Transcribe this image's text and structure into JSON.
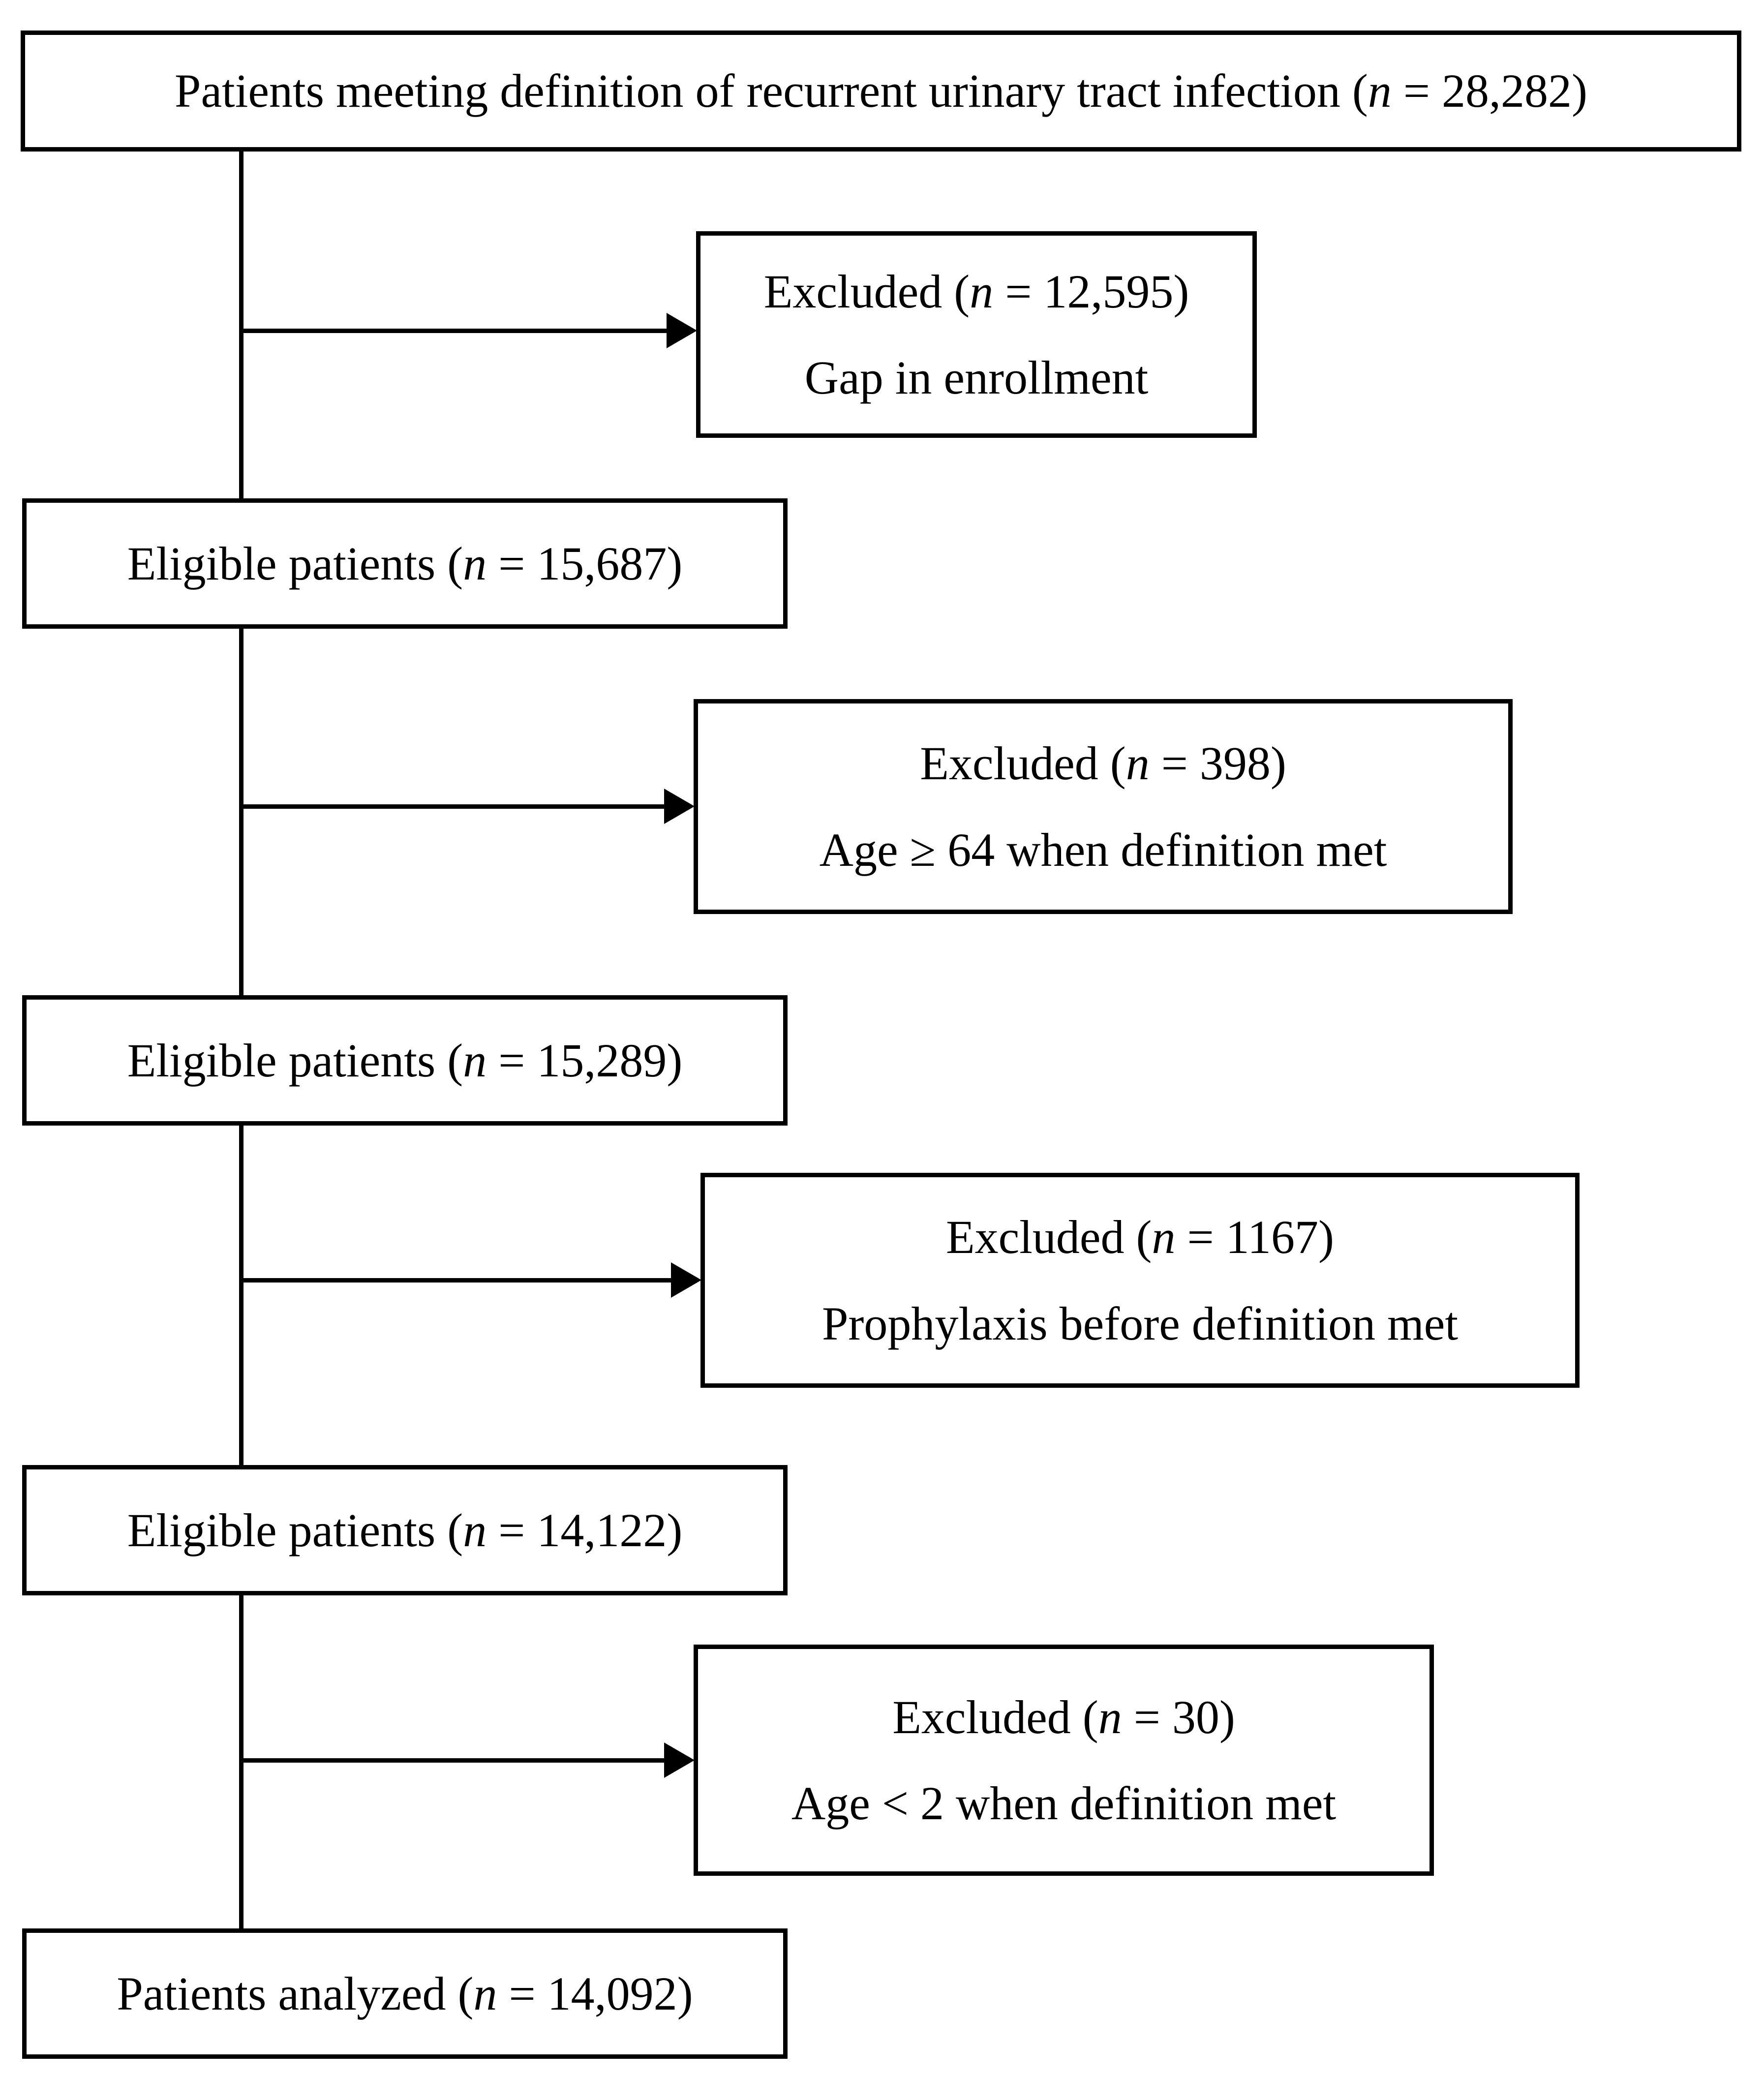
{
  "figure": {
    "type": "patient-flow-diagram",
    "colors": {
      "line": "#000000",
      "background": "#ffffff",
      "text": "#000000"
    },
    "flow": {
      "top": {
        "text": "Patients meeting definition of recurrent urinary tract infection (n = 28,282)",
        "before_n": "Patients meeting definition of recurrent urinary tract infection (",
        "n_var": "n",
        "after_n": " = 28,282)",
        "n_value": "28,282"
      },
      "excluded1": {
        "text": "Excluded (n = 12,595)",
        "before_n": "Excluded (",
        "n_var": "n",
        "after_n": " = 12,595)",
        "n_value": "12,595",
        "reason": "Gap in enrollment"
      },
      "eligible1": {
        "text": "Eligible patients (n = 15,687)",
        "before_n": "Eligible patients (",
        "n_var": "n",
        "after_n": " = 15,687)",
        "n_value": "15,687"
      },
      "excluded2": {
        "text": "Excluded (n = 398)",
        "before_n": "Excluded (",
        "n_var": "n",
        "after_n": " = 398)",
        "n_value": "398",
        "reason": "Age ≥ 64 when definition met"
      },
      "eligible2": {
        "text": "Eligible patients (n = 15,289)",
        "before_n": "Eligible patients (",
        "n_var": "n",
        "after_n": " = 15,289)",
        "n_value": "15,289"
      },
      "excluded3": {
        "text": "Excluded (n = 1167)",
        "before_n": "Excluded (",
        "n_var": "n",
        "after_n": " = 1167)",
        "n_value": "1167",
        "reason": "Prophylaxis before definition met"
      },
      "eligible3": {
        "text": "Eligible patients (n = 14,122)",
        "before_n": "Eligible patients (",
        "n_var": "n",
        "after_n": " = 14,122)",
        "n_value": "14,122"
      },
      "excluded4": {
        "text": "Excluded (n = 30)",
        "before_n": "Excluded (",
        "n_var": "n",
        "after_n": " = 30)",
        "n_value": "30",
        "reason": "Age < 2 when definition met"
      },
      "analyzed": {
        "text": "Patients analyzed (n = 14,092)",
        "before_n": "Patients analyzed (",
        "n_var": "n",
        "after_n": " = 14,092)",
        "n_value": "14,092"
      }
    }
  }
}
